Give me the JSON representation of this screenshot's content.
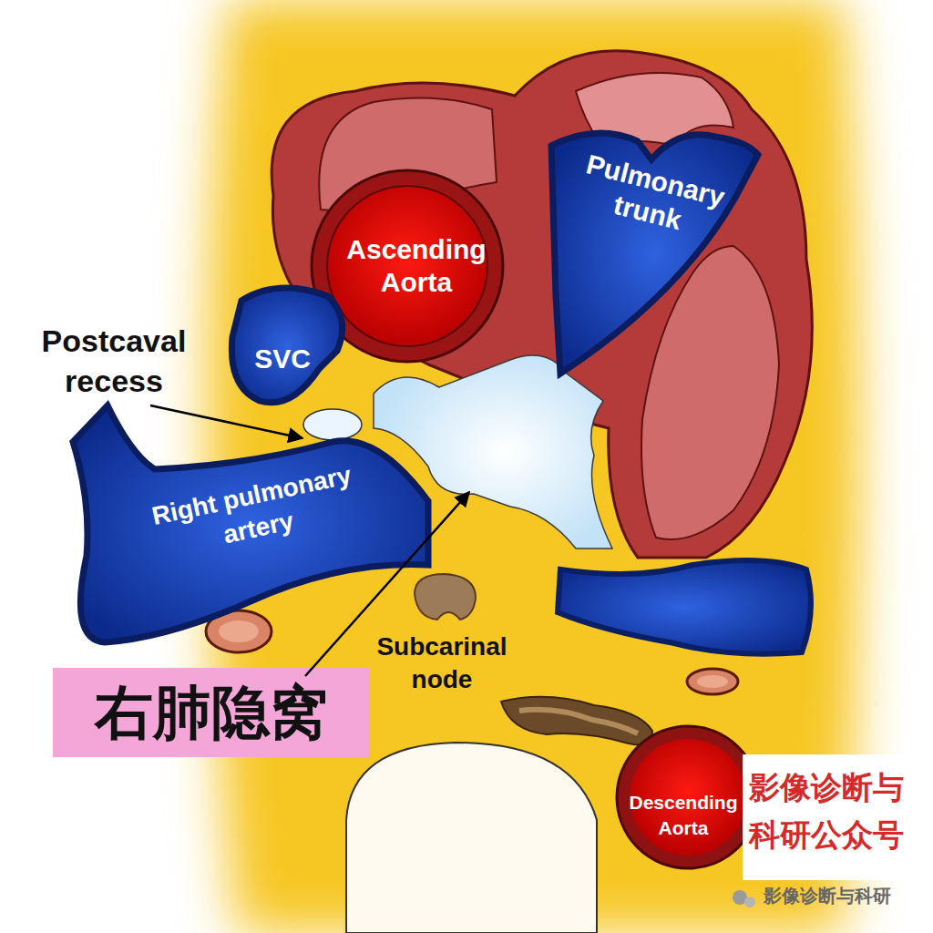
{
  "diagram": {
    "nodes": [
      {
        "text": [
          "Pulmonary trunk"
        ]
      },
      {
        "text": [
          "Ascending Aorta"
        ]
      },
      {
        "text": [
          "SVC"
        ]
      },
      {
        "text": [
          "Right pulmonary artery"
        ]
      },
      {
        "text": [
          "右肺隐窝"
        ]
      },
      {
        "text": [
          "Descending Aorta"
        ]
      }
    ],
    "labels": [
      "Postcaval recess",
      "Subcarinal node",
      "影像诊断与科研公众号",
      "影像诊断与科研"
    ]
  }
}
